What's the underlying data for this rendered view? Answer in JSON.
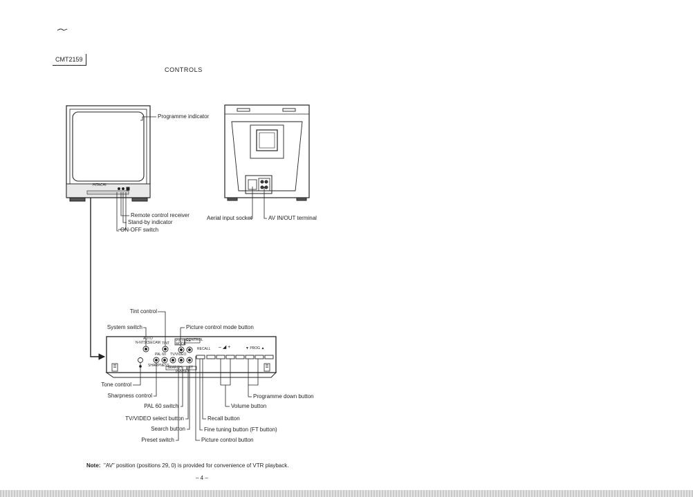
{
  "document": {
    "model_number": "CMT2159",
    "title": "CONTROLS",
    "note_label": "Note:",
    "note_text": "\"AV\" position (positions 29, 0) is provided for convenience of VTR playback.",
    "page_number": "– 4 –"
  },
  "front_view": {
    "programme_indicator": "Programme indicator",
    "remote_control_receiver": "Remote control receiver",
    "standby_indicator": "Stand-by indicator",
    "on_off_switch": "ON-OFF switch"
  },
  "rear_view": {
    "aerial_input_socket": "Aerial input socket",
    "av_in_out_terminal": "AV IN/OUT terminal"
  },
  "control_panel": {
    "callouts": {
      "tint_control": "Tint control",
      "system_switch": "System switch",
      "picture_control_mode_button": "Picture control mode button",
      "tone_control": "Tone control",
      "sharpness_control": "Sharpness control",
      "pal60_switch": "PAL 60 switch",
      "tv_video_select_button": "TV/VIDEO select button",
      "search_button": "Search button",
      "preset_switch": "Preset switch",
      "programme_down_button": "Programme down button",
      "volume_button": "Volume button",
      "recall_button": "Recall button",
      "fine_tuning_button": "Fine tuning button (FT button)",
      "picture_control_button": "Picture control button"
    },
    "panel_labels": {
      "auto": "AUTO",
      "n_ntsc": "N-NTSC",
      "secam": "SECAM",
      "tint": "TINT",
      "picture_mode": "PICTURE MODE",
      "control": "CONTROL",
      "pal_60": "PAL 60",
      "tv_video": "TV/VIDEO",
      "sharpness": "SHARPNESS",
      "search": "SEARCH",
      "preset": "PRESET",
      "ft": "FT",
      "recall": "RECALL",
      "volume": "– ◢ +",
      "prog": "▼ PROG ▲",
      "brand": "HITACHI"
    }
  }
}
